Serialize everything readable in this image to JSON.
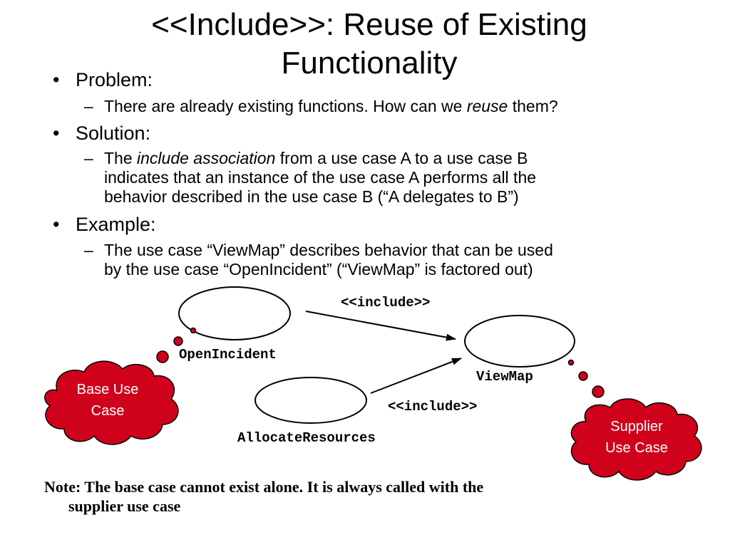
{
  "title": {
    "line1": "<<Include>>: Reuse of Existing",
    "line2": "Functionality"
  },
  "bullets": {
    "problem": {
      "label": "Problem:",
      "sub": {
        "before": "There are already existing functions. How can we ",
        "em": "reuse",
        "after": " them?"
      }
    },
    "solution": {
      "label": "Solution:",
      "sub": {
        "pre": "The ",
        "em": "include association",
        "line1_rest": " from a use case A to a use case B",
        "line2": "indicates that an instance of the use case A performs all the",
        "line3": "behavior described in the use case B (“A delegates to B”)"
      }
    },
    "example": {
      "label": "Example:",
      "sub": {
        "line1": "The use case “ViewMap” describes behavior that can be used",
        "line2": "by the use case “OpenIncident” (“ViewMap”  is factored out)"
      }
    }
  },
  "diagram": {
    "use_cases": {
      "open_incident": "OpenIncident",
      "view_map": "ViewMap",
      "allocate_resources": "AllocateResources"
    },
    "include_top": "<<include>>",
    "include_bottom": "<<include>>",
    "cloud_left": {
      "line1": "Base Use",
      "line2": "Case"
    },
    "cloud_right": {
      "line1": "Supplier",
      "line2": "Use Case"
    },
    "cloud_color": "#d0021b"
  },
  "note": {
    "line1": "Note: The base case cannot exist alone. It is always called with the",
    "line2": "supplier use case"
  }
}
